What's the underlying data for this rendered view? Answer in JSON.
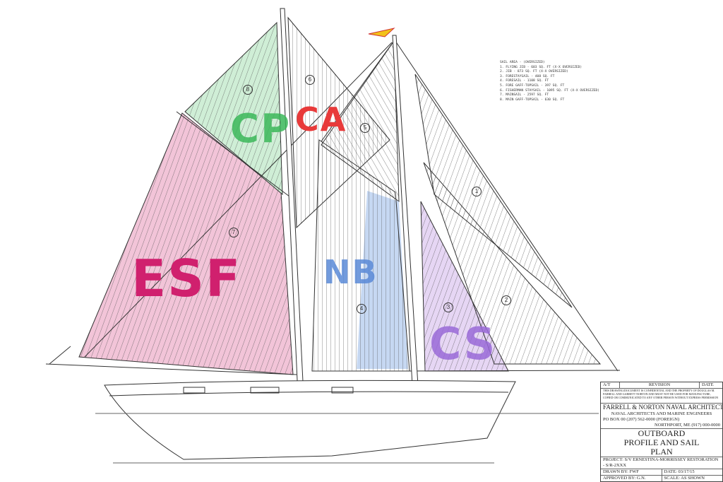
{
  "legend": {
    "heading": "SAIL AREA - (OVERSIZED)",
    "items": [
      "1. FLYING JIB - 603 SQ. FT (X-X OVERSIZED)",
      "2. JIB - 873 SQ. FT (X-X OVERSIZED)",
      "3. FORESTAYSAIL - 408 SQ. FT",
      "4. FORESAIL - 1108 SQ. FT",
      "5. FORE GAFF-TOPSAIL - 397 SQ. FT",
      "6. FISHERMAN STAYSAIL - 1095 SQ. FT (X-X OVERSIZED)",
      "7. MAINSAIL - 2597 SQ. FT",
      "8. MAIN GAFF-TOPSAIL - 630 SQ. FT"
    ]
  },
  "sail_labels": {
    "esf": "ESF",
    "cp": "CP",
    "ca": "CA",
    "nb": "NB",
    "cs": "CS"
  },
  "sail_numbers": [
    "1",
    "2",
    "3",
    "4",
    "5",
    "6",
    "7",
    "8"
  ],
  "colors": {
    "esf": "#d0206e",
    "cp": "#3cb85a",
    "ca": "#e83a3a",
    "nb": "#5a8ad8",
    "cs": "#9a6ad8",
    "pink_fill": "#f2c4d8",
    "green_fill": "#cfeed6",
    "blue_fill": "#c6d8f2",
    "purple_fill": "#e6d6f4",
    "flag": "#f2c21a"
  },
  "title_block": {
    "col_a": "A/T",
    "col_b": "REVISION",
    "col_c": "DATE",
    "notice": "THIS DRAWING/DOCUMENT IS CONFIDENTIAL AND THE PROPERTY OF DOUGLAS M. FARRELL AND GARRETT NORTON AND MUST NOT BE USED FOR MANUFACTURE, COPIED OR COMMUNICATED TO ANY OTHER PERSON WITHOUT EXPRESS PERMISSION",
    "firm": "FARRELL & NORTON NAVAL ARCHITECTS",
    "firm_sub": "NAVAL ARCHITECTS AND MARINE ENGINEERS",
    "address_left": "PO BOX 00  (207) 562-0000 (FOREIGN)",
    "address_right": "NORTHPORT, ME  (917) 000-0000",
    "title": "OUTBOARD PROFILE AND SAIL PLAN",
    "project": "PROJECT: S/V ERNESTINA-MORRISSEY RESTORATION - S/R-2XXX",
    "drawn_by": "DRAWN BY: FWF",
    "date": "DATE: 03/17/15",
    "approved_by": "APPROVED BY: G.N.",
    "scale": "SCALE: AS SHOWN"
  }
}
